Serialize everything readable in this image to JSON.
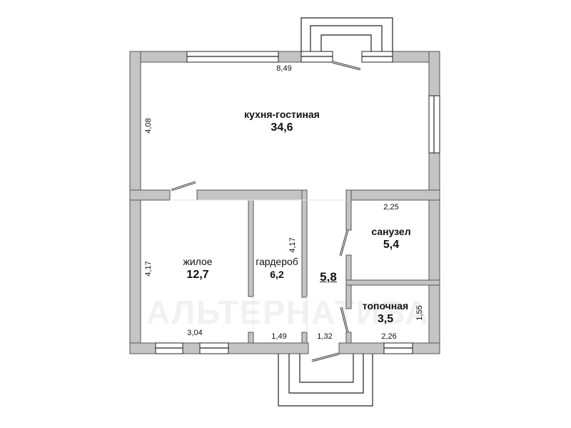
{
  "plan": {
    "watermark": "АЛЬТЕРНАТИВА",
    "colors": {
      "wall": "#c4c4c4",
      "wall_stroke": "#555555",
      "background": "#ffffff",
      "text": "#111111"
    },
    "rooms": [
      {
        "id": "kitchen-living",
        "name": "кухня-гостиная",
        "area": "34,6"
      },
      {
        "id": "living",
        "name": "жилое",
        "area": "12,7"
      },
      {
        "id": "wardrobe",
        "name": "гардероб",
        "area": "6,2"
      },
      {
        "id": "hall",
        "name": "",
        "area": "5,8"
      },
      {
        "id": "bathroom",
        "name": "санузел",
        "area": "5,4"
      },
      {
        "id": "boiler",
        "name": "топочная",
        "area": "3,5"
      }
    ],
    "dimensions": {
      "kitchen_width": "8,49",
      "kitchen_height": "4,08",
      "living_height": "4,17",
      "living_width": "3,04",
      "wardrobe_height": "4,17",
      "wardrobe_width": "1,49",
      "hall_width": "1,32",
      "bathroom_width": "2,25",
      "boiler_width": "2,26",
      "boiler_height": "1,55"
    }
  }
}
